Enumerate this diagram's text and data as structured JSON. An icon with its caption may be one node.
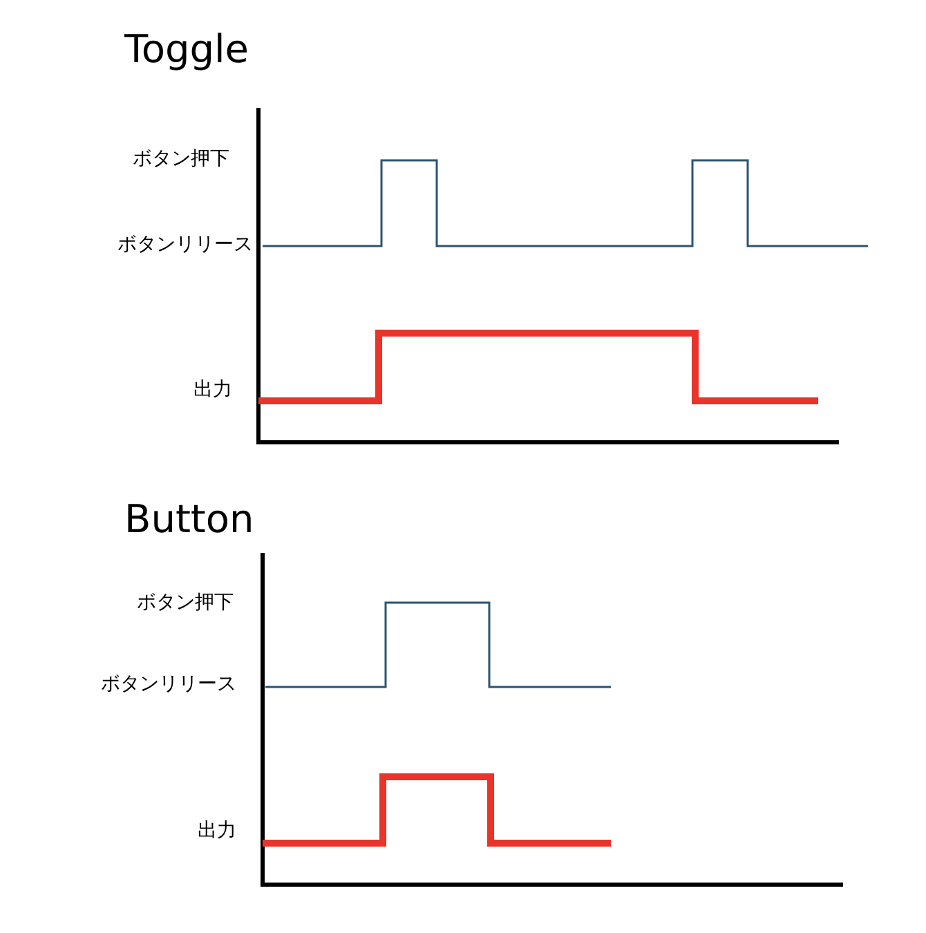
{
  "diagram": {
    "labels": [
      "Toggle",
      "ボタン押下",
      "ボタンリリース",
      "出力",
      "Button",
      "ボタン押下",
      "ボタンリリース",
      "出力"
    ]
  }
}
